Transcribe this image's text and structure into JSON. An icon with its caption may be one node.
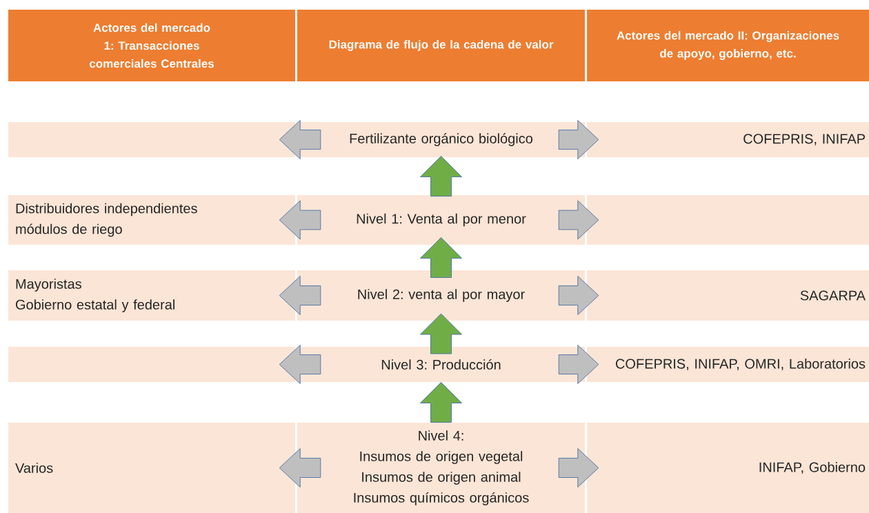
{
  "diagram": {
    "nodes": [
      {
        "text": [
          "Actores del mercado 1: Transacciones comerciales Centrales"
        ]
      },
      {
        "text": [
          "Diagrama de flujo de la cadena de valor"
        ]
      },
      {
        "text": [
          "Actores del mercado II: Organizaciones de apoyo, gobierno, etc."
        ]
      },
      {
        "text": [],
        "shape": "box"
      },
      {
        "text": [
          "Fertilizante orgánico biológico"
        ]
      },
      {
        "text": [
          "COFEPRIS, INIFAP"
        ]
      },
      {
        "text": [
          "Distribuidores independientes",
          "módulos de riego"
        ]
      },
      {
        "text": [
          "Nivel 1: Venta al por menor"
        ]
      },
      {
        "text": [],
        "shape": "box"
      },
      {
        "text": [
          "Mayoristas",
          "Gobierno estatal y federal"
        ]
      },
      {
        "text": [
          "Nivel 2: venta al por mayor"
        ]
      },
      {
        "text": [
          "SAGARPA"
        ]
      },
      {
        "text": [],
        "shape": "box"
      },
      {
        "text": [
          "Nivel 3: Producción"
        ]
      },
      {
        "text": [
          "COFEPRIS, INIFAP, OMRI, Laboratorios"
        ]
      },
      {
        "text": [
          "Varios"
        ]
      },
      {
        "text": [
          "Nivel 4:",
          "Insumos de origen vegetal",
          "Insumos de origen animal",
          "Insumos químicos orgánicos"
        ]
      },
      {
        "text": [
          "INIFAP, Gobierno"
        ]
      }
    ],
    "edges": [
      {
        "from": 4,
        "to": 3,
        "arrow": "to"
      },
      {
        "from": 4,
        "to": 5,
        "arrow": "to"
      },
      {
        "from": 7,
        "to": 4,
        "arrow": "to",
        "color": "#70ad47"
      },
      {
        "from": 7,
        "to": 6,
        "arrow": "to"
      },
      {
        "from": 7,
        "to": 8,
        "arrow": "to"
      },
      {
        "from": 10,
        "to": 7,
        "arrow": "to",
        "color": "#70ad47"
      },
      {
        "from": 10,
        "to": 9,
        "arrow": "to"
      },
      {
        "from": 10,
        "to": 11,
        "arrow": "to"
      },
      {
        "from": 13,
        "to": 10,
        "arrow": "to",
        "color": "#70ad47"
      },
      {
        "from": 13,
        "to": 12,
        "arrow": "to"
      },
      {
        "from": 13,
        "to": 14,
        "arrow": "to"
      },
      {
        "from": 16,
        "to": 13,
        "arrow": "to",
        "color": "#70ad47"
      },
      {
        "from": 16,
        "to": 15,
        "arrow": "to"
      },
      {
        "from": 16,
        "to": 17,
        "arrow": "to"
      }
    ]
  }
}
